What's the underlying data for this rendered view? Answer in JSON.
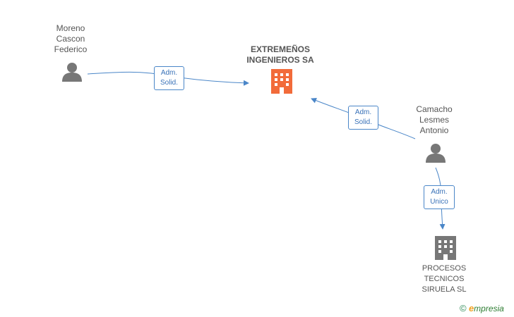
{
  "nodes": {
    "moreno": {
      "lines": [
        "Moreno",
        "Cascon",
        "Federico"
      ]
    },
    "extremenos": {
      "lines": [
        "EXTREMEÑOS",
        "INGENIEROS SA"
      ]
    },
    "camacho": {
      "lines": [
        "Camacho",
        "Lesmes",
        "Antonio"
      ]
    },
    "procesos": {
      "lines": [
        "PROCESOS",
        "TECNICOS",
        "SIRUELA SL"
      ]
    }
  },
  "edges": {
    "e1": {
      "lines": [
        "Adm.",
        "Solid."
      ]
    },
    "e2": {
      "lines": [
        "Adm.",
        "Solid."
      ]
    },
    "e3": {
      "lines": [
        "Adm.",
        "Unico"
      ]
    }
  },
  "footer": {
    "copyright": "©",
    "brand_initial": "e",
    "brand_rest": "mpresia"
  },
  "colors": {
    "edge": "#4a86c8",
    "main_company": "#f26b3a",
    "company": "#777777",
    "person": "#777777"
  },
  "icons": {
    "person": "person-icon",
    "company": "building-icon"
  }
}
